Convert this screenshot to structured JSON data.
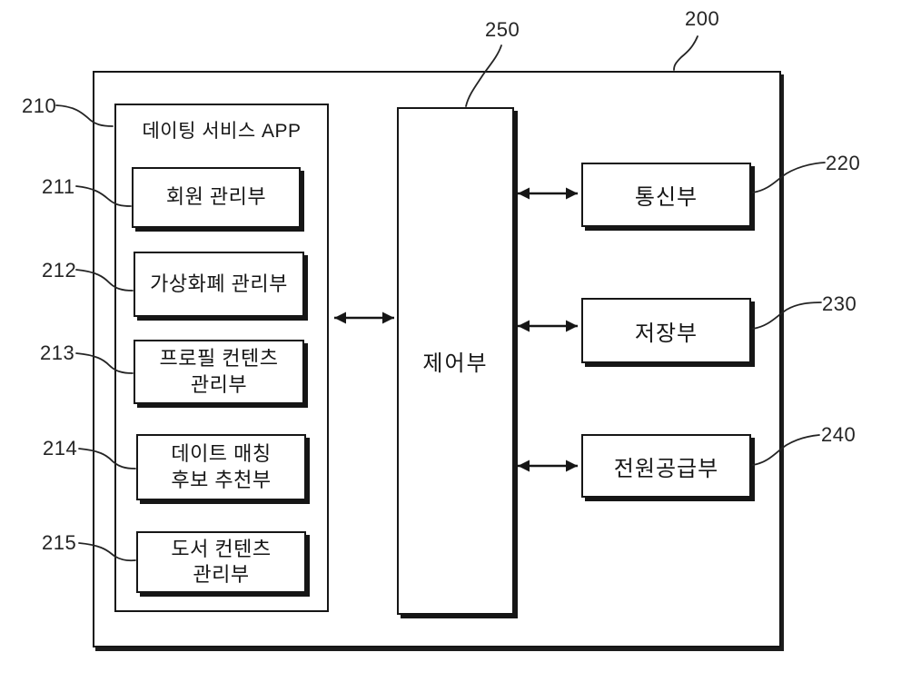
{
  "figure": {
    "background": "#ffffff",
    "ink": "#161616"
  },
  "system": {
    "ref": "200"
  },
  "app": {
    "ref": "210",
    "title": "데이팅 서비스 APP",
    "modules": [
      {
        "ref": "211",
        "lines": [
          "회원 관리부"
        ]
      },
      {
        "ref": "212",
        "lines": [
          "가상화폐 관리부"
        ]
      },
      {
        "ref": "213",
        "lines": [
          "프로필 컨텐츠",
          "관리부"
        ]
      },
      {
        "ref": "214",
        "lines": [
          "데이트 매칭",
          "후보 추천부"
        ]
      },
      {
        "ref": "215",
        "lines": [
          "도서 컨텐츠",
          "관리부"
        ]
      }
    ]
  },
  "controller": {
    "ref": "250",
    "label": "제어부"
  },
  "peripherals": [
    {
      "ref": "220",
      "label": "통신부"
    },
    {
      "ref": "230",
      "label": "저장부"
    },
    {
      "ref": "240",
      "label": "전원공급부"
    }
  ]
}
